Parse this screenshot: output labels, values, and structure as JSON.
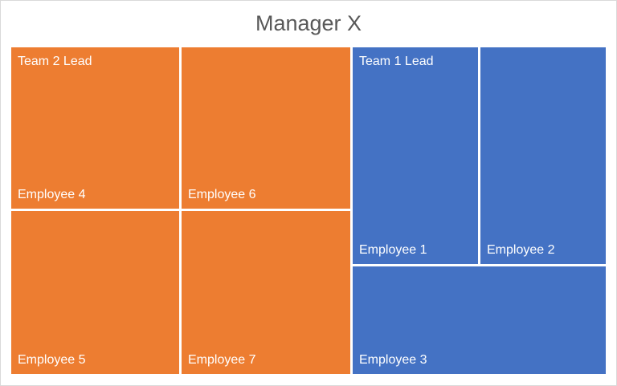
{
  "chart_data": {
    "type": "treemap",
    "title": "Manager X",
    "colors": {
      "Team 2 Lead": "#ed7d31",
      "Team 1 Lead": "#4472c4"
    },
    "groups": [
      {
        "name": "Team 2 Lead",
        "color": "#ed7d31",
        "children": [
          {
            "name": "Employee 4",
            "value": 1
          },
          {
            "name": "Employee 6",
            "value": 1
          },
          {
            "name": "Employee 5",
            "value": 1
          },
          {
            "name": "Employee 7",
            "value": 1
          }
        ]
      },
      {
        "name": "Team 1 Lead",
        "color": "#4472c4",
        "children": [
          {
            "name": "Employee 1",
            "value": 1
          },
          {
            "name": "Employee 2",
            "value": 1
          },
          {
            "name": "Employee 3",
            "value": 1
          }
        ]
      }
    ]
  }
}
